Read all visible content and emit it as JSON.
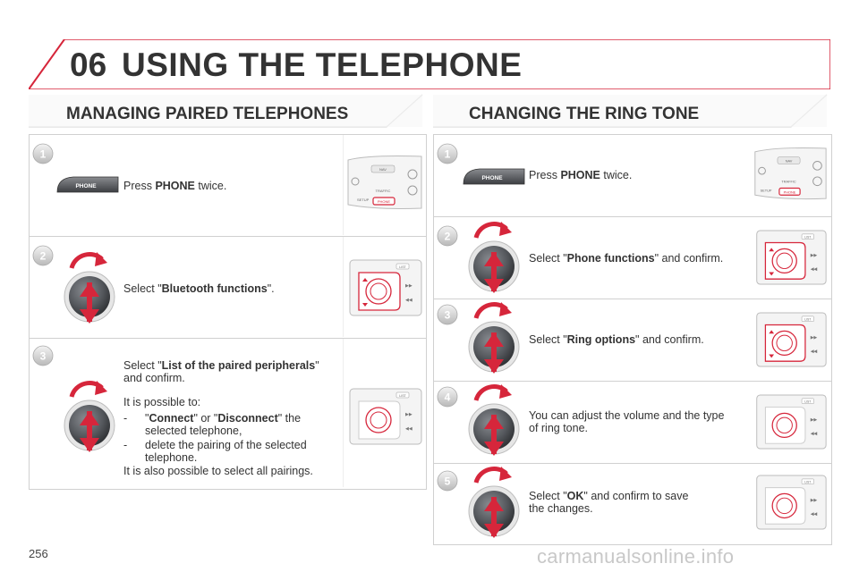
{
  "header": {
    "chapter": "06",
    "title": "USING THE TELEPHONE"
  },
  "left": {
    "title": "MANAGING PAIRED TELEPHONES",
    "steps": [
      {
        "num": "1",
        "button": "PHONE",
        "text_parts": [
          "Press ",
          "PHONE",
          " twice."
        ]
      },
      {
        "num": "2",
        "text_parts": [
          "Select \"",
          "Bluetooth functions",
          "\"."
        ]
      },
      {
        "num": "3",
        "line1_parts": [
          "Select \"",
          "List of the paired peripherals",
          "\""
        ],
        "line2": "and confirm.",
        "possible": "It is possible to:",
        "bullet1_parts": [
          "\"",
          "Connect",
          "\" or \"",
          "Disconnect",
          "\" the"
        ],
        "bullet1_line2": "selected telephone,",
        "bullet2_line1": "delete the pairing of the selected",
        "bullet2_line2": "telephone.",
        "also": "It is also possible to select all pairings."
      }
    ]
  },
  "right": {
    "title": "CHANGING THE RING TONE",
    "steps": [
      {
        "num": "1",
        "button": "PHONE",
        "text_parts": [
          "Press ",
          "PHONE",
          " twice."
        ]
      },
      {
        "num": "2",
        "text_parts": [
          "Select \"",
          "Phone functions",
          "\" and confirm."
        ]
      },
      {
        "num": "3",
        "text_parts": [
          "Select \"",
          "Ring options",
          "\" and confirm."
        ]
      },
      {
        "num": "4",
        "line1": "You can adjust the volume and the type",
        "line2": "of ring tone."
      },
      {
        "num": "5",
        "line1_parts": [
          "Select \"",
          "OK",
          "\" and confirm to save"
        ],
        "line2": "the changes."
      }
    ]
  },
  "bullet_dash": "-",
  "panel_labels": {
    "nav": "NAV",
    "traffic": "TRAFFIC",
    "phone": "PHONE",
    "setup": "SETUP",
    "list": "LIST"
  },
  "page_number": "256",
  "watermark": "carmanualsonline.info",
  "colors": {
    "accent": "#d6263b",
    "knob": "#5a5d62"
  }
}
